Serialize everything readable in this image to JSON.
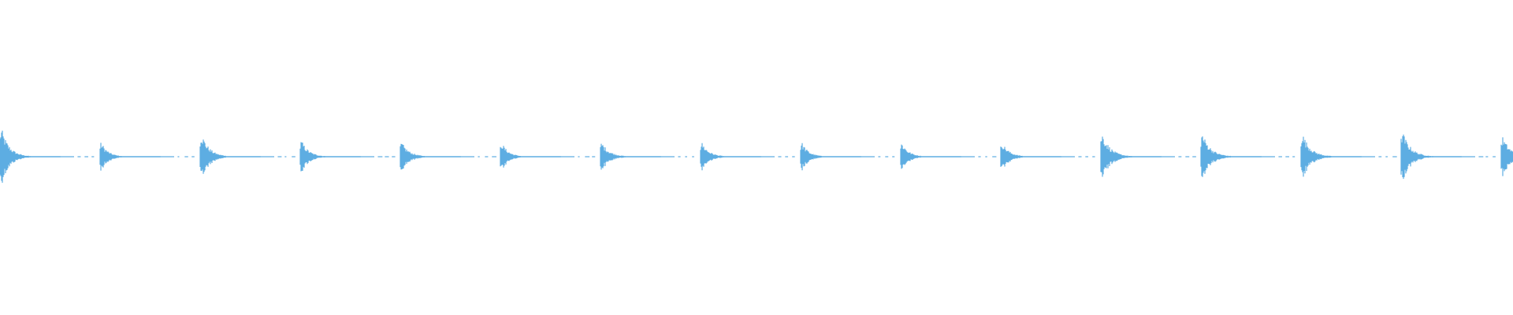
{
  "waveform": {
    "color": "#5dade2",
    "onsets": [
      {
        "peak": 0.32,
        "decay": 0.55
      },
      {
        "peak": 0.16,
        "decay": 0.45
      },
      {
        "peak": 0.26,
        "decay": 0.55
      },
      {
        "peak": 0.18,
        "decay": 0.5
      },
      {
        "peak": 0.16,
        "decay": 0.55
      },
      {
        "peak": 0.16,
        "decay": 0.45
      },
      {
        "peak": 0.16,
        "decay": 0.55
      },
      {
        "peak": 0.16,
        "decay": 0.5
      },
      {
        "peak": 0.16,
        "decay": 0.45
      },
      {
        "peak": 0.16,
        "decay": 0.45
      },
      {
        "peak": 0.16,
        "decay": 0.5
      },
      {
        "peak": 0.26,
        "decay": 0.6
      },
      {
        "peak": 0.26,
        "decay": 0.6
      },
      {
        "peak": 0.26,
        "decay": 0.6
      },
      {
        "peak": 0.28,
        "decay": 0.6
      },
      {
        "peak": 0.22,
        "decay": 0.6
      }
    ]
  }
}
